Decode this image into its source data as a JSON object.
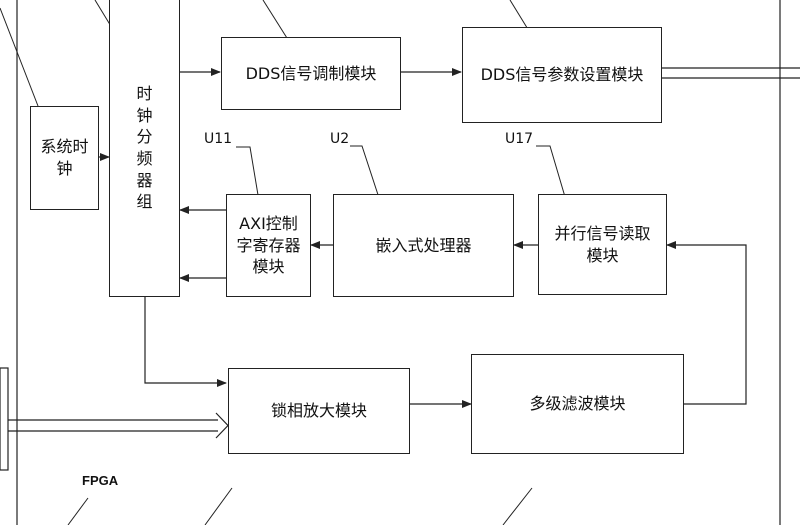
{
  "blocks": {
    "system_clock": "系统时\n钟",
    "clock_divider": "时\n钟\n分\n频\n器\n组",
    "dds_modulation": "DDS信号调制模块",
    "dds_param": "DDS信号参数设置模块",
    "axi_register": "AXI控制\n字寄存器\n模块",
    "embedded_processor": "嵌入式处理器",
    "parallel_reader": "并行信号读取\n模块",
    "lockin_amplifier": "锁相放大模块",
    "multistage_filter": "多级滤波模块"
  },
  "labels": {
    "u11": "U11",
    "u2": "U2",
    "u17": "U17",
    "fpga": "FPGA"
  }
}
